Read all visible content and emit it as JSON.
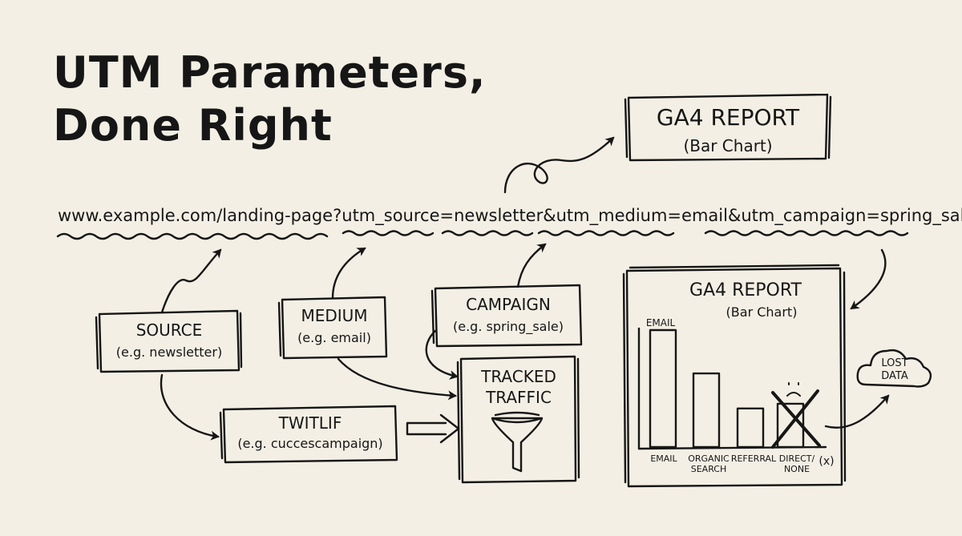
{
  "title": {
    "line1": "UTM Parameters,",
    "line2": "Done Right"
  },
  "url": {
    "base": "www.example.com/landing-page?",
    "source_param": "utm_source=",
    "source_value": "newsletter",
    "amp1": "&",
    "medium_param": "utm_medium=email",
    "amp2": "&",
    "campaign_param": "utm_campaign=spring_sale"
  },
  "top_report": {
    "title": "GA4 REPORT",
    "subtitle": "(Bar Chart)"
  },
  "source_box": {
    "label": "SOURCE",
    "example": "(e.g. newsletter)"
  },
  "medium_box": {
    "label": "MEDIUM",
    "example": "(e.g. email)"
  },
  "campaign_box": {
    "label": "CAMPAIGN",
    "example": "(e.g. spring_sale)"
  },
  "twitlif_box": {
    "label": "TWITLIF",
    "example": "(e.g. cuccescampaign)"
  },
  "tracked_box": {
    "line1": "TRACKED",
    "line2": "TRAFFIC"
  },
  "report_panel": {
    "title": "GA4 REPORT",
    "subtitle": "(Bar Chart)",
    "bar_label": "EMAIL",
    "axis_labels": [
      {
        "line1": "EMAIL",
        "line2": ""
      },
      {
        "line1": "ORGANIC",
        "line2": "SEARCH"
      },
      {
        "line1": "REFERRAL",
        "line2": ""
      },
      {
        "line1": "DIRECT/",
        "line2": "NONE"
      }
    ],
    "x_mark": "(x)",
    "bar_levels": [
      1.0,
      0.63,
      0.33,
      0.37
    ]
  },
  "lost_data": {
    "line1": "LOST",
    "line2": "DATA"
  },
  "ink_color": "#161616",
  "paper_color": "#f3efe4"
}
